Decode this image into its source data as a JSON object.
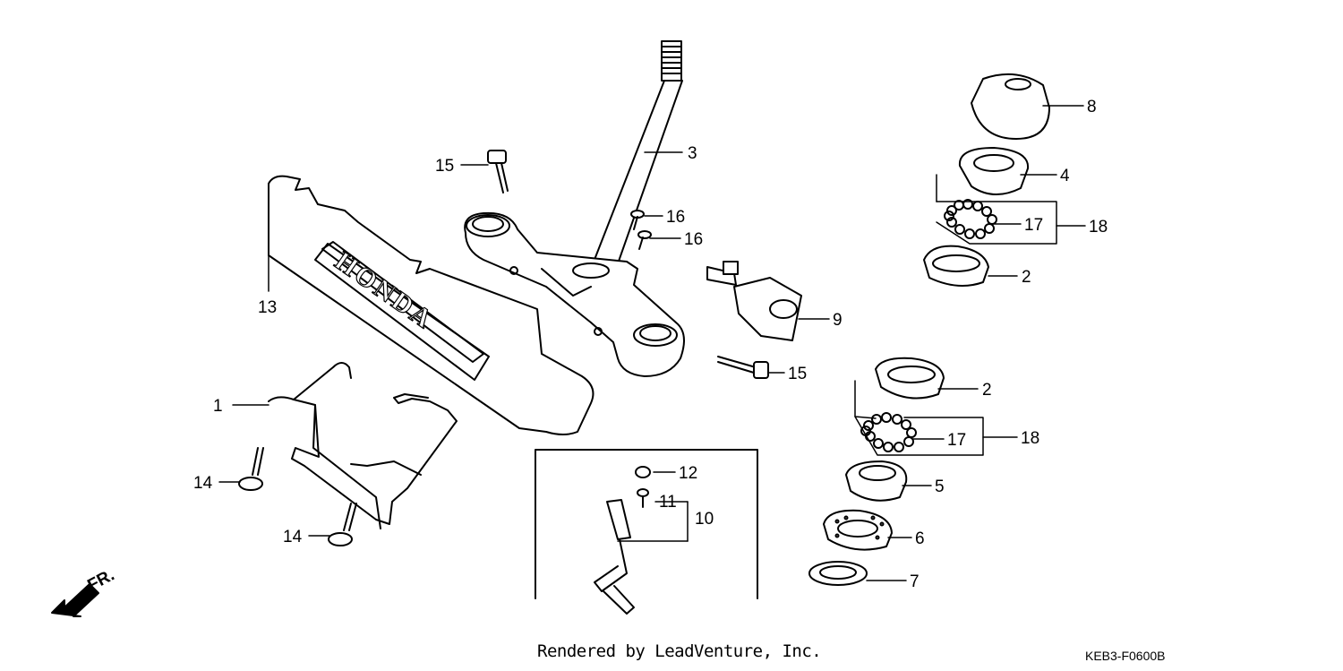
{
  "callouts": [
    {
      "id": "c1",
      "text": "1"
    },
    {
      "id": "c2a",
      "text": "2"
    },
    {
      "id": "c2b",
      "text": "2"
    },
    {
      "id": "c3",
      "text": "3"
    },
    {
      "id": "c4",
      "text": "4"
    },
    {
      "id": "c5",
      "text": "5"
    },
    {
      "id": "c6",
      "text": "6"
    },
    {
      "id": "c7",
      "text": "7"
    },
    {
      "id": "c8",
      "text": "8"
    },
    {
      "id": "c9",
      "text": "9"
    },
    {
      "id": "c10",
      "text": "10"
    },
    {
      "id": "c11",
      "text": "11"
    },
    {
      "id": "c12",
      "text": "12"
    },
    {
      "id": "c13",
      "text": "13"
    },
    {
      "id": "c14a",
      "text": "14"
    },
    {
      "id": "c14b",
      "text": "14"
    },
    {
      "id": "c15a",
      "text": "15"
    },
    {
      "id": "c15b",
      "text": "15"
    },
    {
      "id": "c16a",
      "text": "16"
    },
    {
      "id": "c16b",
      "text": "16"
    },
    {
      "id": "c17a",
      "text": "17"
    },
    {
      "id": "c17b",
      "text": "17"
    },
    {
      "id": "c18a",
      "text": "18"
    },
    {
      "id": "c18b",
      "text": "18"
    }
  ],
  "brand_plate_text": "HONDA",
  "front_arrow_label": "FR.",
  "footer_text": "Rendered by LeadVenture, Inc.",
  "diagram_code": "KEB3-F0600B"
}
